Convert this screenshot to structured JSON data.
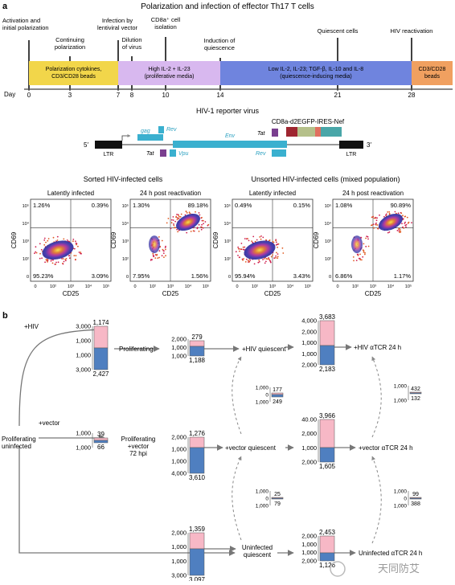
{
  "panel_a": {
    "label": "a",
    "title": "Polarization and infection of effector Th17 T cells",
    "events": [
      {
        "id": "activation",
        "text": [
          "Activation and",
          "initial polarization"
        ]
      },
      {
        "id": "continuing",
        "text": [
          "Continuing",
          "polarization"
        ]
      },
      {
        "id": "infection",
        "text": [
          "Infection by",
          "lentiviral vector"
        ]
      },
      {
        "id": "dilution",
        "text": [
          "Dilution",
          "of virus"
        ]
      },
      {
        "id": "cd8",
        "text": [
          "CD8a⁺ cell",
          "isolation"
        ]
      },
      {
        "id": "induction",
        "text": [
          "Induction of",
          "quiescence"
        ]
      },
      {
        "id": "quiescent",
        "text": [
          "Quiescent cells"
        ]
      },
      {
        "id": "hiv",
        "text": [
          "HIV reactivation"
        ]
      }
    ],
    "bars": [
      {
        "id": "polarization",
        "color": "#f2d64a",
        "text": [
          "Polarization cytokines,",
          "CD3/CD28 beads"
        ]
      },
      {
        "id": "proliferative",
        "color": "#d8b8ef",
        "text": [
          "High IL-2 + IL-23",
          "(proliferative media)"
        ]
      },
      {
        "id": "quiescence",
        "color": "#6f84de",
        "text": [
          "Low IL-2, IL-23; TGF-β, IL-10 and IL-8",
          "(quiescence-inducing media)"
        ]
      },
      {
        "id": "beads",
        "color": "#f0a060",
        "text": [
          "CD3/CD28",
          "beads"
        ]
      }
    ],
    "day_label": "Day",
    "days": [
      "0",
      "3",
      "7",
      "8",
      "10",
      "14",
      "21",
      "28"
    ],
    "reporter_title": "HIV-1 reporter virus",
    "reporter_insert": "CD8a-d2EGFP-IRES-Nef",
    "genome": {
      "five": "5′",
      "three": "3′",
      "ltr": "LTR",
      "genes": [
        "gag",
        "Rev",
        "Env",
        "Tat",
        "Tat",
        "Vpu",
        "Rev"
      ]
    },
    "facs_group_titles": [
      "Sorted HIV-infected cells",
      "Unsorted HIV-infected cells (mixed population)"
    ],
    "facs_plots": [
      {
        "title": "Latently infected",
        "q": [
          "1.26%",
          "0.39%",
          "95.23%",
          "3.09%"
        ],
        "blob": "neg"
      },
      {
        "title": "24 h post reactivation",
        "q": [
          "1.30%",
          "89.18%",
          "7.95%",
          "1.56%"
        ],
        "blob": "pos"
      },
      {
        "title": "Latently infected",
        "q": [
          "0.49%",
          "0.15%",
          "95.94%",
          "3.43%"
        ],
        "blob": "neg"
      },
      {
        "title": "24 h post reactivation",
        "q": [
          "1.08%",
          "90.89%",
          "6.86%",
          "1.17%"
        ],
        "blob": "pos"
      }
    ],
    "facs_axes": {
      "y": "CD69",
      "x": "CD25",
      "y_ticks": [
        "10⁵",
        "10⁴",
        "10³",
        "10²",
        "0"
      ],
      "x_ticks": [
        "0",
        "10²",
        "10³",
        "10⁴",
        "10⁵"
      ]
    }
  },
  "panel_b": {
    "label": "b",
    "start_label": [
      "Proliferating",
      "uninfected"
    ],
    "arrow_labels": {
      "hiv": "+HIV",
      "vector": "+vector"
    },
    "node_labels": {
      "proliferating": "Proliferating",
      "prolif_vector": [
        "Proliferating",
        "+vector",
        "72 hpi"
      ],
      "hiv_quiescent": "+HIV quiescent",
      "vector_quiescent": "+vector quiescent",
      "uninfected_quiescent": [
        "Uninfected",
        "quiescent"
      ],
      "hiv_tcr": "+HIV αTCR 24 h",
      "vector_tcr": "+vector αTCR 24 h",
      "uninfected_tcr": "Uninfected αTCR 24 h"
    },
    "counts": [
      {
        "id": "prolif-hiv",
        "up": "1,174",
        "down": "2,427",
        "ticks": [
          "3,000",
          "1,000",
          "1,000",
          "3,000"
        ]
      },
      {
        "id": "prolif-vector",
        "up": "39",
        "down": "66",
        "ticks": [
          "1,000",
          "1,000"
        ]
      },
      {
        "id": "hiv-quiescent",
        "up": "279",
        "down": "1,188",
        "ticks": [
          "2,000",
          "1,000",
          "1,000"
        ]
      },
      {
        "id": "vector-quiescent",
        "up": "1,276",
        "down": "3,610",
        "ticks": [
          "2,000",
          "1,000",
          "1,000",
          "4,000"
        ]
      },
      {
        "id": "uninfected-quiescent",
        "up": "1,359",
        "down": "3,097",
        "ticks": [
          "2,000",
          "1,000",
          "1,000",
          "3,000"
        ]
      },
      {
        "id": "hiv-tcr",
        "up": "3,683",
        "down": "2,183",
        "ticks": [
          "4,000",
          "2,000",
          "1,000",
          "1,000",
          "2,000"
        ]
      },
      {
        "id": "vector-tcr",
        "up": "3,966",
        "down": "1,605",
        "ticks": [
          "40.00",
          "2,000",
          "1,000",
          "2,000"
        ]
      },
      {
        "id": "uninfected-tcr",
        "up": "2,453",
        "down": "1,126",
        "ticks": [
          "2,000",
          "1,000",
          "1,000",
          "2,000"
        ]
      },
      {
        "id": "hiv-q-vs-tcr",
        "up": "177",
        "down": "249",
        "ticks": [
          "1,000",
          "0",
          "1,000"
        ]
      },
      {
        "id": "vector-q-vs-uninf",
        "up": "25",
        "down": "79",
        "ticks": [
          "1,000",
          "0",
          "1,000"
        ]
      },
      {
        "id": "hiv-tcr-vs-vector-tcr",
        "up": "432",
        "down": "132",
        "ticks": [
          "1,000",
          "1,000"
        ]
      },
      {
        "id": "vector-tcr-vs-uninf-tcr",
        "up": "99",
        "down": "388",
        "ticks": [
          "1,000",
          "0",
          "1,000"
        ]
      }
    ],
    "colors": {
      "up": "#f7b8c6",
      "down": "#4f7fc0"
    }
  },
  "watermark": "天同防艾"
}
